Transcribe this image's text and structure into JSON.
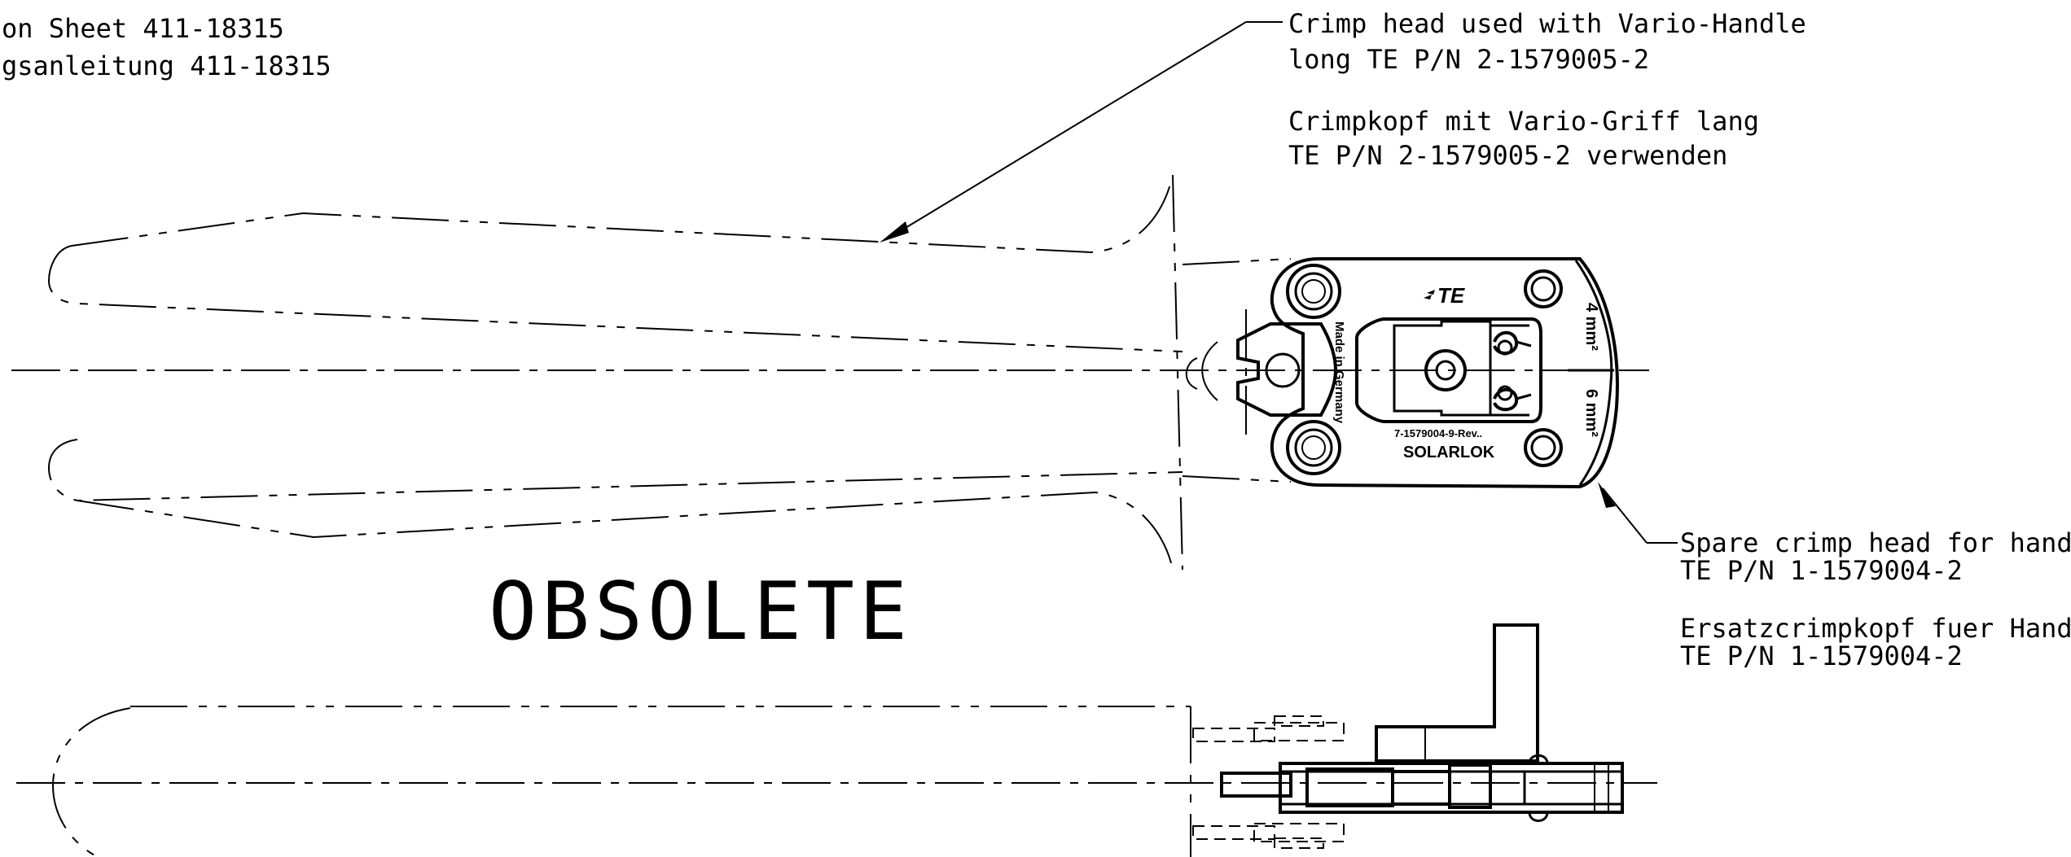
{
  "header_note": {
    "line1": "on Sheet 411-18315",
    "line2": "gsanleitung 411-18315"
  },
  "crimp_head_vario_note": {
    "line1": "Crimp head used with Vario-Handle",
    "line2": "long TE P/N 2-1579005-2",
    "line3": "Crimpkopf mit Vario-Griff lang",
    "line4": "TE P/N 2-1579005-2 verwenden"
  },
  "spare_head_note": {
    "line1": "Spare crimp head for hand tool",
    "line2": "TE P/N 1-1579004-2",
    "line3": "Ersatzcrimpkopf fuer Handzange",
    "line4": "TE P/N 1-1579004-2"
  },
  "status_stamp": "OBSOLETE",
  "head_markings": {
    "logo": "TE",
    "made_in": "Made in Germany",
    "part_code": "7-1579004-9-Rev..",
    "product": "SOLARLOK",
    "size_1": "4 mm²",
    "size_2": "6 mm²"
  }
}
